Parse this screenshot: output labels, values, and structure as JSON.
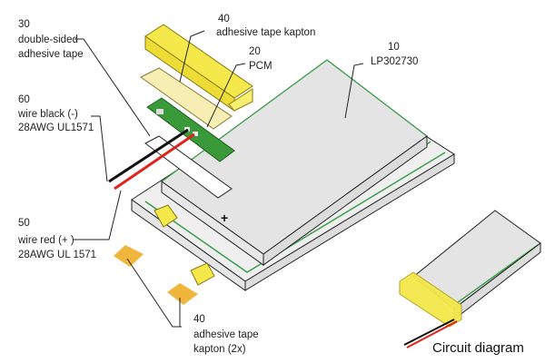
{
  "labels": {
    "l30": {
      "number": "30",
      "line1": "double-sided",
      "line2": "adhesive tape"
    },
    "l40top": {
      "number": "40",
      "line1": "adhesive tape kapton"
    },
    "l20": {
      "number": "20",
      "line1": "PCM"
    },
    "l10": {
      "number": "10",
      "line1": "LP302730"
    },
    "l60": {
      "number": "60",
      "line1": "wire black (-)",
      "line2": "28AWG UL1571"
    },
    "l50": {
      "number": "50",
      "line1": "wire red (+ )",
      "line2": "28AWG UL 1571"
    },
    "l40bot": {
      "number": "40",
      "line1": "adhesive tape",
      "line2": "kapton (2x)"
    }
  },
  "caption": "Circuit diagram",
  "colors": {
    "kapton": "#f5e84a",
    "tape_pad": "#f0b63c",
    "pcm": "#3a9a3a",
    "cell": "#e4e4e4",
    "cell_edge": "#3aa04a",
    "wire_red": "#e0221c",
    "wire_black": "#111111"
  }
}
